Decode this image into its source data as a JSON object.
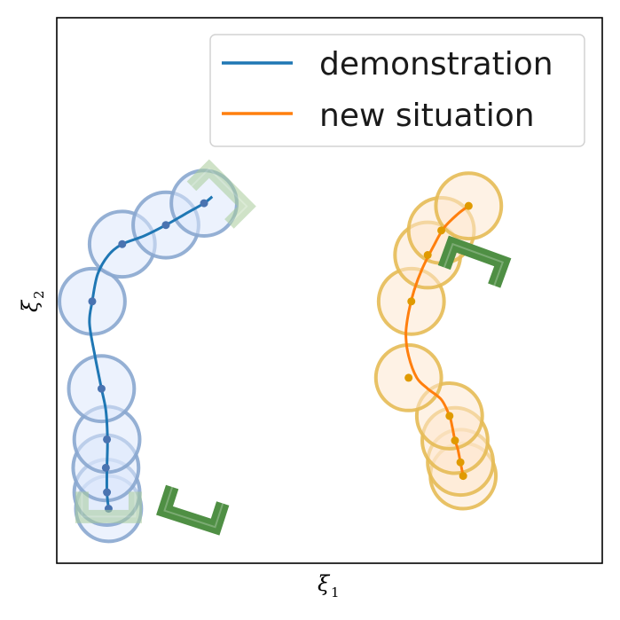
{
  "chart_data": {
    "type": "scatter",
    "title": "",
    "xlabel": "ξ",
    "xlabel_sub": "1",
    "ylabel": "ξ",
    "ylabel_sub": "2",
    "xlim": [
      0,
      10
    ],
    "ylim": [
      0,
      10
    ],
    "ticks_visible": false,
    "grid": false,
    "legend_position": "top-right",
    "legend": [
      {
        "label": "demonstration",
        "color": "#1f77b4"
      },
      {
        "label": "new situation",
        "color": "#ff7f0e"
      }
    ],
    "series": [
      {
        "name": "demonstration",
        "line_color": "#1f77b4",
        "point_color": "#4a73b0",
        "circle_fill": "#dde8fb",
        "circle_stroke": "#8aa7cf",
        "circle_radius": 0.6,
        "keypoints": [
          {
            "x": 0.95,
            "y": 1.0
          },
          {
            "x": 0.92,
            "y": 1.3
          },
          {
            "x": 0.9,
            "y": 1.75
          },
          {
            "x": 0.92,
            "y": 2.27
          },
          {
            "x": 0.82,
            "y": 3.2
          },
          {
            "x": 0.65,
            "y": 4.8
          },
          {
            "x": 1.2,
            "y": 5.85
          },
          {
            "x": 2.0,
            "y": 6.2
          },
          {
            "x": 2.7,
            "y": 6.6
          }
        ],
        "curve": [
          {
            "x": 0.95,
            "y": 1.0
          },
          {
            "x": 0.92,
            "y": 1.3
          },
          {
            "x": 0.92,
            "y": 1.75
          },
          {
            "x": 0.93,
            "y": 2.27
          },
          {
            "x": 0.9,
            "y": 2.8
          },
          {
            "x": 0.82,
            "y": 3.2
          },
          {
            "x": 0.7,
            "y": 3.8
          },
          {
            "x": 0.6,
            "y": 4.4
          },
          {
            "x": 0.65,
            "y": 4.8
          },
          {
            "x": 0.75,
            "y": 5.3
          },
          {
            "x": 0.95,
            "y": 5.65
          },
          {
            "x": 1.2,
            "y": 5.85
          },
          {
            "x": 1.6,
            "y": 6.0
          },
          {
            "x": 2.0,
            "y": 6.2
          },
          {
            "x": 2.35,
            "y": 6.4
          },
          {
            "x": 2.7,
            "y": 6.6
          },
          {
            "x": 2.85,
            "y": 6.72
          }
        ]
      },
      {
        "name": "new situation",
        "line_color": "#ff7f0e",
        "point_color": "#e09a00",
        "circle_fill": "#fde7d0",
        "circle_stroke": "#e6bb55",
        "circle_radius": 0.6,
        "keypoints": [
          {
            "x": 7.45,
            "y": 1.6
          },
          {
            "x": 7.4,
            "y": 1.85
          },
          {
            "x": 7.3,
            "y": 2.25
          },
          {
            "x": 7.2,
            "y": 2.7
          },
          {
            "x": 6.5,
            "y": 4.8
          },
          {
            "x": 6.45,
            "y": 3.4
          },
          {
            "x": 6.8,
            "y": 5.65
          },
          {
            "x": 7.05,
            "y": 6.1
          },
          {
            "x": 7.55,
            "y": 6.55
          }
        ],
        "curve": [
          {
            "x": 7.45,
            "y": 1.6
          },
          {
            "x": 7.4,
            "y": 1.85
          },
          {
            "x": 7.35,
            "y": 2.1
          },
          {
            "x": 7.3,
            "y": 2.25
          },
          {
            "x": 7.25,
            "y": 2.5
          },
          {
            "x": 7.2,
            "y": 2.7
          },
          {
            "x": 7.05,
            "y": 3.0
          },
          {
            "x": 6.8,
            "y": 3.2
          },
          {
            "x": 6.6,
            "y": 3.4
          },
          {
            "x": 6.45,
            "y": 3.8
          },
          {
            "x": 6.4,
            "y": 4.2
          },
          {
            "x": 6.45,
            "y": 4.6
          },
          {
            "x": 6.55,
            "y": 5.0
          },
          {
            "x": 6.7,
            "y": 5.4
          },
          {
            "x": 6.9,
            "y": 5.8
          },
          {
            "x": 7.1,
            "y": 6.15
          },
          {
            "x": 7.35,
            "y": 6.4
          },
          {
            "x": 7.55,
            "y": 6.55
          }
        ]
      }
    ],
    "brackets": [
      {
        "name": "demonstration-start-bracket",
        "x": 0.95,
        "y": 1.05,
        "angle": 0,
        "color": "#a8cc9a",
        "opacity": 0.55
      },
      {
        "name": "demonstration-goal-bracket",
        "x": 3.0,
        "y": 6.75,
        "angle": 225,
        "color": "#a8cc9a",
        "opacity": 0.55
      },
      {
        "name": "new-start-bracket",
        "x": 2.5,
        "y": 1.0,
        "angle": 18,
        "color": "#4f8f44",
        "opacity": 1.0
      },
      {
        "name": "new-goal-bracket",
        "x": 7.65,
        "y": 5.5,
        "angle": 200,
        "color": "#4f8f44",
        "opacity": 1.0
      }
    ]
  }
}
